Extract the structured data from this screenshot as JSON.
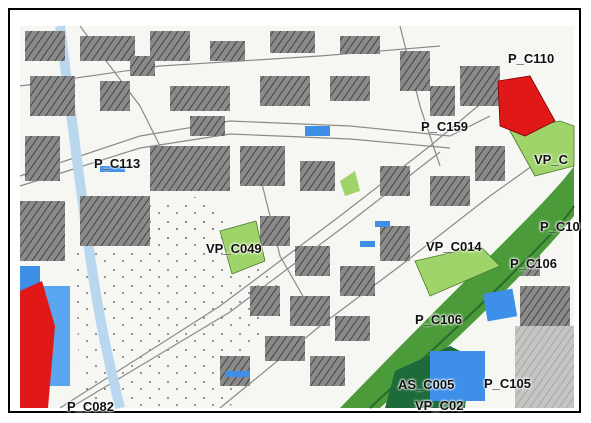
{
  "map": {
    "colors": {
      "background": "#f4f4f2",
      "building": "#6e6e6e",
      "park_light_green": "#9ed46a",
      "park_dark_green": "#1d6a3a",
      "river_green": "#4c9b3a",
      "parking_blue": "#3d8fe8",
      "commercial_red": "#e01818",
      "road_line": "#888888"
    },
    "labels": {
      "p_c110": "P_C110",
      "p_c159": "P_C159",
      "vp_c_top": "VP_C",
      "p_c113": "P_C113",
      "vp_c049": "VP_C049",
      "p_c10_right": "P_C10",
      "vp_c014": "VP_C014",
      "p_c106_top": "P_C106",
      "p_c106_bottom": "P_C106",
      "as_c005": "AS_C005",
      "p_c105": "P_C105",
      "vp_c02": "VP_C02",
      "p_c082": "P_C082"
    }
  }
}
